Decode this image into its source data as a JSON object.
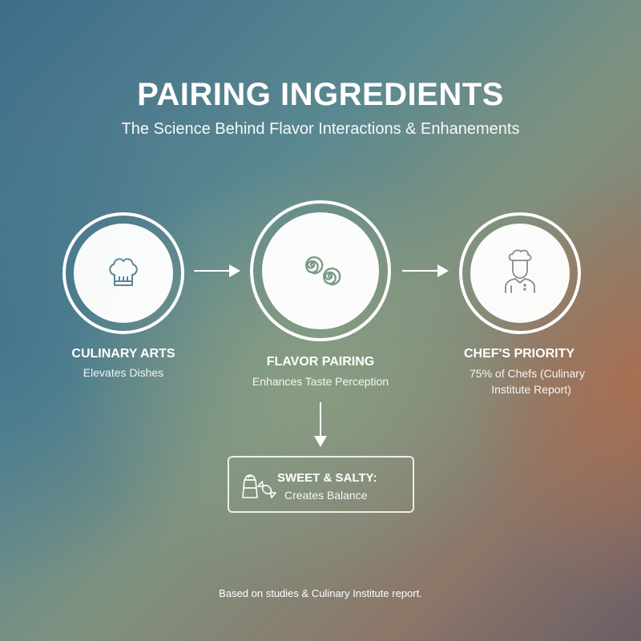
{
  "header": {
    "title": "PAIRING INGREDIENTS",
    "subtitle": "The Science Behind Flavor Interactions & Enhanements"
  },
  "nodes": [
    {
      "title": "CULINARY ARTS",
      "subtitle": "Elevates Dishes",
      "icon": "chef-hat-icon"
    },
    {
      "title": "FLAVOR PAIRING",
      "subtitle": "Enhances Taste Perception",
      "icon": "double-spiral-icon"
    },
    {
      "title": "CHEF'S PRIORITY",
      "subtitle_line1": "75% of Chefs (Culinary",
      "subtitle_line2": "Institute Report)",
      "icon": "chef-person-icon"
    }
  ],
  "callout": {
    "title": "SWEET & SALTY:",
    "subtitle": "Creates Balance",
    "icon": "salt-shaker-candy-icon"
  },
  "footer": {
    "note": "Based on studies & Culinary Institute report."
  },
  "colors": {
    "text": "#ffffff",
    "icon_blue": "#5a8595",
    "icon_green": "#7c9a84",
    "icon_gray": "#8a8a8a",
    "bg_top_left": "#3f6c8a",
    "bg_right": "#a8705a",
    "bg_bottom_right": "#6a5e66"
  }
}
